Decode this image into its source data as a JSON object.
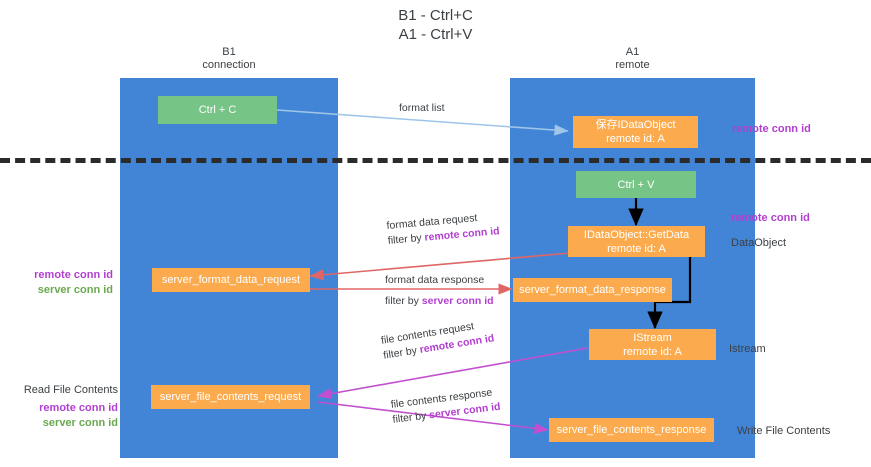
{
  "title": "B1 - Ctrl+C\nA1 - Ctrl+V",
  "columns": {
    "left": {
      "name": "B1",
      "role": "connection",
      "label": "B1\nconnection",
      "color": "#4285d6"
    },
    "right": {
      "name": "A1",
      "role": "remote",
      "label": "A1\nremote",
      "color": "#4285d6"
    }
  },
  "colors": {
    "lane": "#4285d6",
    "green_node": "#77c487",
    "orange_node": "#fbab4e",
    "remote_conn_id": "#b23fd0",
    "server_conn_id_legend": "#6aa84f",
    "divider": "#2b2b2b",
    "arrow_format_list": "#9fc5e8",
    "arrow_data": "#e06666",
    "arrow_stream": "#000000",
    "arrow_file": "#c24fd0"
  },
  "nodes": {
    "ctrl_c": {
      "label": "Ctrl + C",
      "style": "green"
    },
    "ctrl_v": {
      "label": "Ctrl + V",
      "style": "green"
    },
    "idataobject_store": {
      "label": "保存IDataObject\nremote id: A",
      "style": "orange"
    },
    "getdata": {
      "label": "IDataObject::GetData\nremote id: A",
      "style": "orange"
    },
    "istream": {
      "label": "IStream\nremote id: A",
      "style": "orange"
    },
    "server_format_data_request": {
      "label": "server_format_data_request",
      "style": "orange"
    },
    "server_format_data_response": {
      "label": "server_format_data_response",
      "style": "orange"
    },
    "server_file_contents_request": {
      "label": "server_file_contents_request",
      "style": "orange"
    },
    "server_file_contents_response": {
      "label": "server_file_contents_response",
      "style": "orange"
    }
  },
  "side_labels": {
    "remote_conn_id_top": "remote conn id",
    "remote_conn_id_mid": "remote conn id",
    "dataobject": "DataObject",
    "istream": "Istream",
    "write_file_contents": "Write File Contents",
    "read_file_contents": "Read File Contents"
  },
  "legend_left": {
    "remote_conn_id": "remote conn id",
    "server_conn_id": "server conn id"
  },
  "legend_bottom": {
    "read_file_contents": "Read File Contents",
    "remote_conn_id": "remote conn id",
    "server_conn_id": "server conn id"
  },
  "arrow_labels": {
    "format_list": "format list",
    "format_data_request_line1": "format data request",
    "format_data_request_line2_prefix": "filter by ",
    "format_data_request_line2_hi": "remote conn id",
    "format_data_response_line1": "format data response",
    "format_data_response_line2_prefix": "filter by ",
    "format_data_response_line2_hi": "server conn id",
    "file_contents_request_line1": "file contents request",
    "file_contents_request_line2_prefix": "filter by ",
    "file_contents_request_line2_hi": "remote conn id",
    "file_contents_response_line1": "file contents response",
    "file_contents_response_line2_prefix": "filter by ",
    "file_contents_response_line2_hi": "server conn id"
  }
}
